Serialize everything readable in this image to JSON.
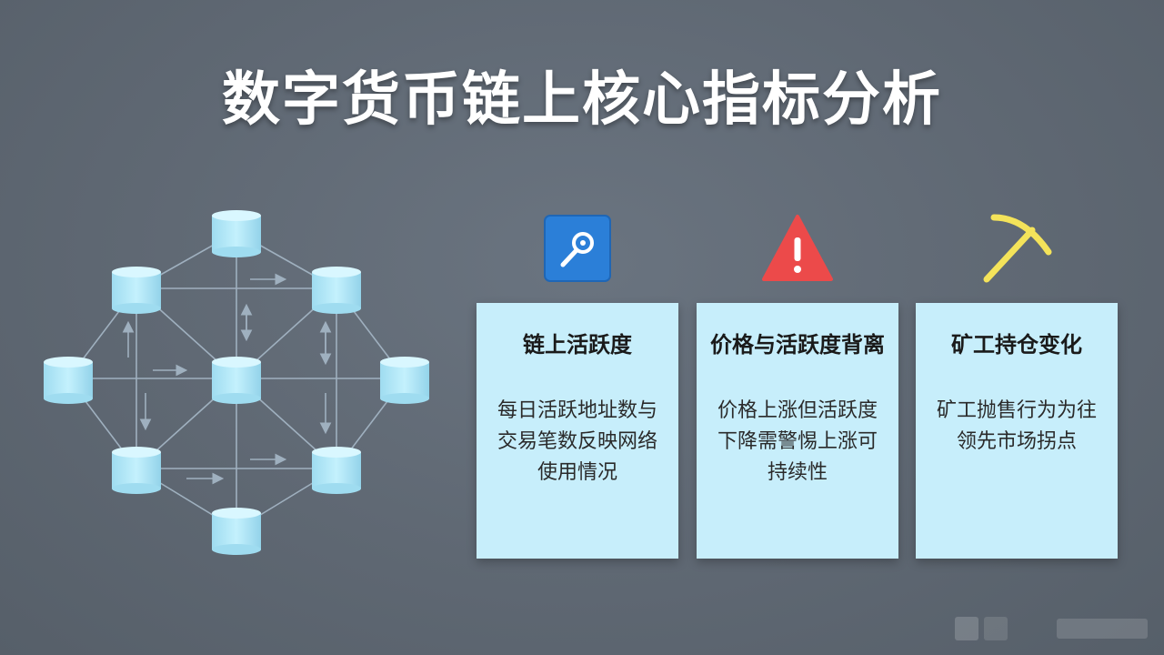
{
  "title": "数字货币链上核心指标分析",
  "colors": {
    "background": "#5f6873",
    "card": "#c7eefb",
    "node": "#b8ecfb",
    "line": "#9fb0bf",
    "icon_blue": "#2b7fd8",
    "icon_red": "#ec4a4a",
    "icon_yellow": "#f4e35a"
  },
  "icons": [
    "wrench-icon",
    "warning-icon",
    "pickaxe-icon"
  ],
  "cards": [
    {
      "title": "链上活跃度",
      "body": "每日活跃地址数与交易笔数反映网络使用情况"
    },
    {
      "title": "价格与活跃度背离",
      "body": "价格上涨但活跃度下降需警惕上涨可持续性"
    },
    {
      "title": "矿工持仓变化",
      "body": "矿工抛售行为为往领先市场拐点"
    }
  ]
}
